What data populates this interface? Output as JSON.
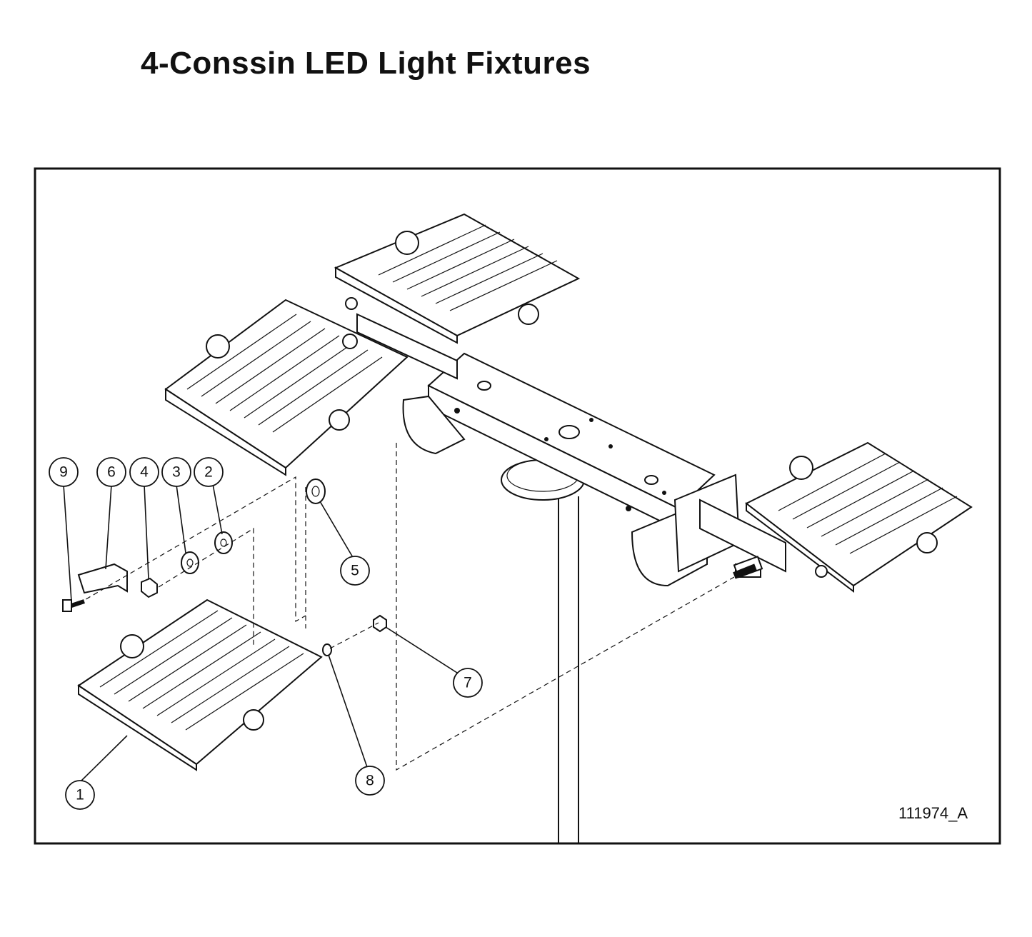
{
  "title": "4-Conssin LED Light Fixtures",
  "drawing_number": "111974_A",
  "callouts": [
    {
      "label": "1"
    },
    {
      "label": "2"
    },
    {
      "label": "3"
    },
    {
      "label": "4"
    },
    {
      "label": "5"
    },
    {
      "label": "6"
    },
    {
      "label": "7"
    },
    {
      "label": "8"
    },
    {
      "label": "9"
    }
  ]
}
